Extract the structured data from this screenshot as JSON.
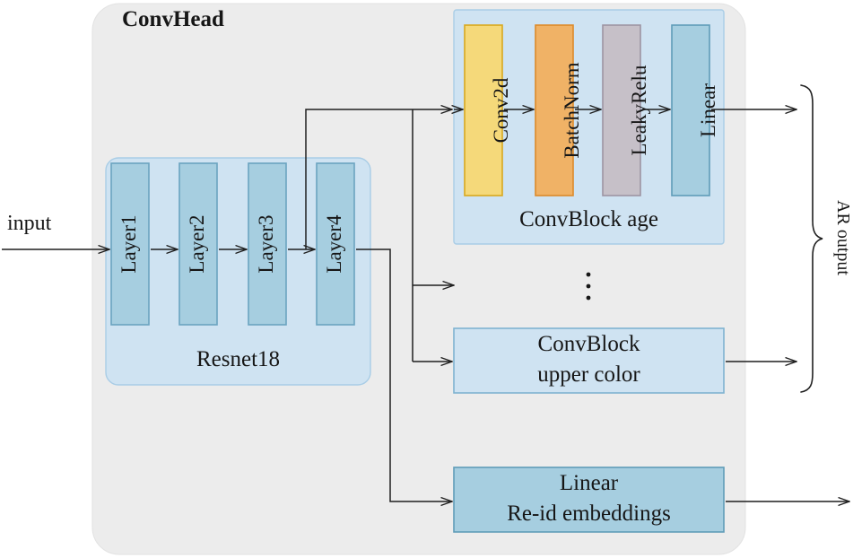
{
  "diagram": {
    "title": "ConvHead",
    "input_label": "input",
    "output_label": "AR output",
    "ellipsis": "⋮",
    "backbone": {
      "label": "Resnet18",
      "layers": [
        {
          "label": "Layer1"
        },
        {
          "label": "Layer2"
        },
        {
          "label": "Layer3"
        },
        {
          "label": "Layer4"
        }
      ]
    },
    "conv_block_age": {
      "label": "ConvBlock age",
      "stages": [
        {
          "label": "Conv2d",
          "color": "#f5d97a",
          "border": "#d9a81e"
        },
        {
          "label": "BatchNorm",
          "color": "#f0b266",
          "border": "#dd8a2a"
        },
        {
          "label": "LeakyRelu",
          "color": "#c6c0c8",
          "border": "#9d94a3"
        },
        {
          "label": "Linear",
          "color": "#a6cee0",
          "border": "#5f9cb8"
        }
      ]
    },
    "conv_block_upper_color": {
      "line1": "ConvBlock",
      "line2": "upper color"
    },
    "reid_block": {
      "line1": "Linear",
      "line2": "Re-id embeddings"
    },
    "colors": {
      "outer_panel": "#ececec",
      "group_fill": "#cfe3f2",
      "group_border": "#a9cde6",
      "layer_fill": "#a6cee0",
      "layer_border": "#6ba4c0",
      "reid_fill": "#a6cee0",
      "arrow": "#1f1f1f"
    }
  }
}
